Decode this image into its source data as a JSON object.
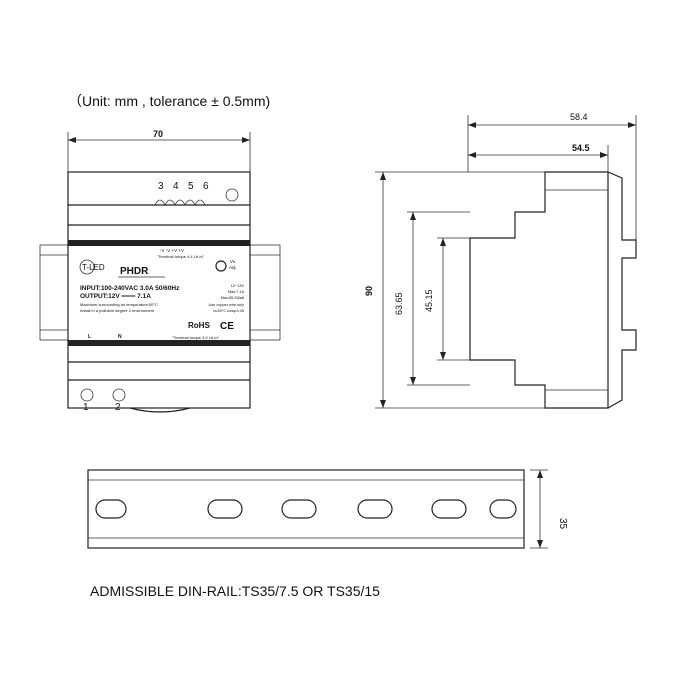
{
  "header": {
    "units": "（Unit: mm , tolerance ± 0.5mm)"
  },
  "front_view": {
    "width_dim": "70",
    "terminal_numbers_top": [
      "3",
      "4",
      "5",
      "6"
    ],
    "terminal_numbers_bottom": [
      "1",
      "2"
    ],
    "label": {
      "brand": "T-LED",
      "model": "PHDR",
      "top_terminals": "-V   -V   +V   +V",
      "top_torque": "\"Terminal torque 4.4 Lb-in\"",
      "vo_adj": [
        "Vo",
        "Adj."
      ],
      "input": "INPUT:100-240VAC  3.0A  50/60Hz",
      "output": "OUTPUT:12V ═══ 7.1A",
      "note1": "Maximum surrounding air temperature:50°C",
      "note2": "Install in a  pollution degree 2 environment",
      "specs": [
        "12~13V",
        "Max:7.1A",
        "Max:85.2Watt",
        "Use copper wire only",
        "ta:50°C   cosφ:0.45"
      ],
      "rohs": "RoHS",
      "ce": "CE",
      "l": "L",
      "n": "N",
      "bottom_torque": "\"Terminal torque 3.0 Lb-in\""
    }
  },
  "side_view": {
    "dims": [
      "58.4",
      "54.5",
      "90",
      "63.65",
      "45.15"
    ]
  },
  "din_rail": {
    "height_dim": "35",
    "caption": "ADMISSIBLE DIN-RAIL:TS35/7.5 OR TS35/15"
  }
}
